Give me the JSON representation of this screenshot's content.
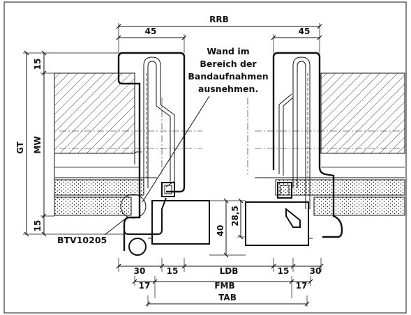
{
  "labels": {
    "rrb": "RRB",
    "dim_45_left": "45",
    "dim_45_right": "45",
    "dim_15_top": "15",
    "dim_15_bottom": "15",
    "gt": "GT",
    "mw": "MW",
    "dim_40": "40",
    "dim_28_5": "28,5",
    "dim_30_left": "30",
    "dim_15_mid_left": "15",
    "ldb": "LDB",
    "dim_15_mid_right": "15",
    "dim_30_right": "30",
    "dim_17_left": "17",
    "fmb": "FMB",
    "dim_17_right": "17",
    "tab": "TAB",
    "part_number": "BTV10205"
  },
  "note": {
    "line1": "Wand im",
    "line2": "Bereich der",
    "line3": "Bandaufnahmen",
    "line4": "ausnehmen."
  }
}
